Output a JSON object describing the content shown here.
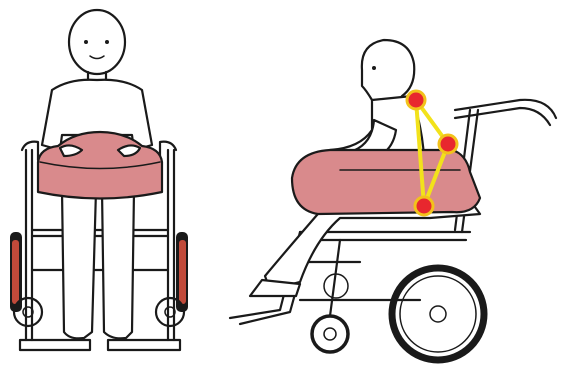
{
  "figure": {
    "views": [
      {
        "id": "front-view",
        "subject": "person-on-wheelchair-cushion"
      },
      {
        "id": "side-view",
        "subject": "person-on-wheelchair-cushion"
      }
    ],
    "colors": {
      "cushion_fill": "#d98a8c",
      "cushion_stroke": "#1a1a1a",
      "line": "#1a1a1a",
      "marker_fill": "#e8272e",
      "marker_ring": "#f2c21b",
      "posture_line": "#f2e21b"
    },
    "icons": [
      "wheelchair-icon",
      "person-icon",
      "cushion-icon",
      "joint-marker-icon"
    ]
  }
}
